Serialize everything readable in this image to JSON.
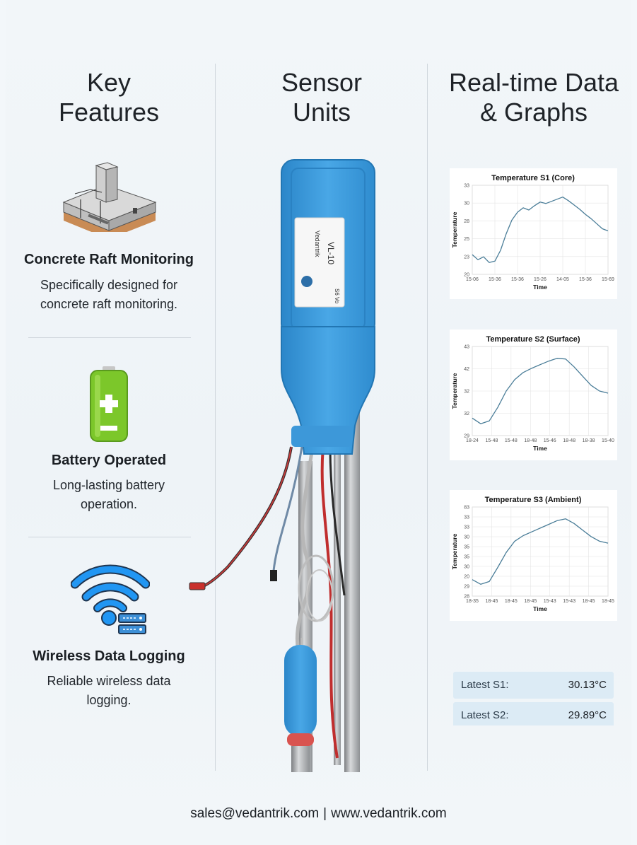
{
  "columns": {
    "features_title_1": "Key",
    "features_title_2": "Features",
    "sensors_title_1": "Sensor",
    "sensors_title_2": "Units",
    "data_title_1": "Real-time Data",
    "data_title_2": "& Graphs"
  },
  "features": [
    {
      "title": "Concrete Raft Monitoring",
      "desc_1": "Specifically designed for",
      "desc_2": "concrete raft monitoring.",
      "icon": "concrete-raft-icon"
    },
    {
      "title": "Battery Operated",
      "desc_1": "Long-lasting battery",
      "desc_2": "operation.",
      "icon": "battery-icon"
    },
    {
      "title": "Wireless Data Logging",
      "desc_1": "Reliable wireless data",
      "desc_2": "logging.",
      "icon": "wifi-server-icon"
    }
  ],
  "device": {
    "label_model": "VL-10",
    "label_brand": "Vedantrik",
    "label_side": "S6 Vo"
  },
  "chart_data": [
    {
      "type": "line",
      "title": "Temperature S1 (Core)",
      "xlabel": "Time",
      "ylabel": "Temperature",
      "x": [
        "15-06",
        "15-36",
        "15-36",
        "15-26",
        "14-05",
        "15-36",
        "15-69"
      ],
      "yticks": [
        "20",
        "23",
        "25",
        "28",
        "30",
        "33"
      ],
      "values": [
        24.6,
        23.9,
        24.3,
        23.5,
        23.7,
        25.2,
        27.5,
        29.4,
        30.5,
        31.1,
        30.8,
        31.4,
        31.9,
        31.7,
        32.0,
        32.3,
        32.6,
        32.1,
        31.5,
        30.9,
        30.2,
        29.6,
        28.9,
        28.2,
        27.9
      ]
    },
    {
      "type": "line",
      "title": "Temperature S2 (Surface)",
      "xlabel": "Time",
      "ylabel": "Temperature",
      "x": [
        "18-24",
        "15-48",
        "15-48",
        "18-48",
        "15-46",
        "18-48",
        "18-38",
        "15-40"
      ],
      "yticks": [
        "29",
        "32",
        "32",
        "42",
        "43"
      ],
      "values": [
        33.0,
        32.2,
        32.6,
        34.5,
        36.8,
        38.4,
        39.4,
        40.0,
        40.5,
        41.0,
        41.4,
        41.3,
        40.2,
        38.9,
        37.6,
        36.8,
        36.5
      ]
    },
    {
      "type": "line",
      "title": "Temperature S3 (Ambient)",
      "xlabel": "Time",
      "ylabel": "Temperature",
      "x": [
        "18-35",
        "18-45",
        "18-45",
        "18-45",
        "15-43",
        "15-43",
        "18-45",
        "18-45"
      ],
      "yticks": [
        "28",
        "29",
        "20",
        "30",
        "35",
        "35",
        "30",
        "33",
        "33",
        "83"
      ],
      "values": [
        29.5,
        29.0,
        29.3,
        30.8,
        32.4,
        33.6,
        34.2,
        34.6,
        35.0,
        35.4,
        35.8,
        36.0,
        35.5,
        34.8,
        34.1,
        33.6,
        33.4
      ]
    }
  ],
  "latest": [
    {
      "label": "Latest S1:",
      "value": "30.13°C"
    },
    {
      "label": "Latest S2:",
      "value": "29.89°C"
    }
  ],
  "footer": {
    "email": "sales@vedantrik.com",
    "separator": "|",
    "website": "www.vedantrik.com"
  },
  "colors": {
    "chart_line": "#4a7d98",
    "device_blue": "#3a9ad8",
    "battery_green": "#7cc72a",
    "wifi_blue": "#1e88e5"
  }
}
